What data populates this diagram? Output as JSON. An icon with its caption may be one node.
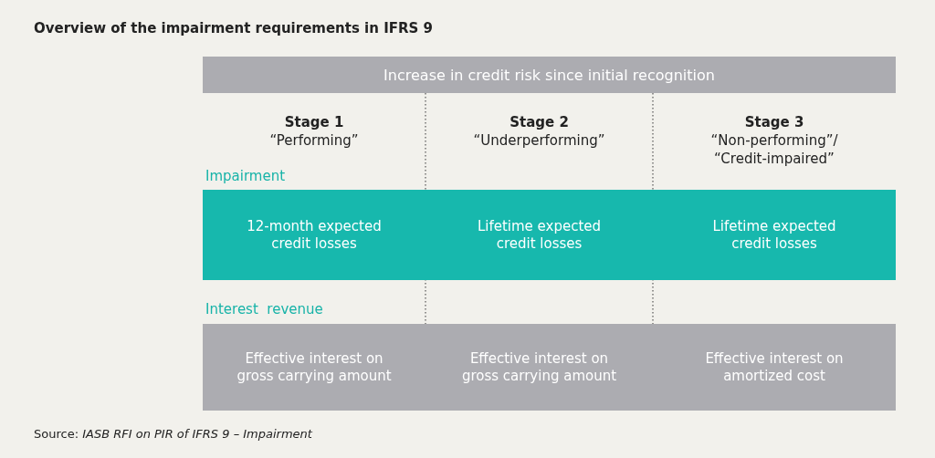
{
  "diagram": {
    "title": "Overview of the impairment requirements in IFRS 9",
    "caption": "Source: *IASB RFI on PIR of IFRS 9 – Impairment*",
    "nodes": [
      {
        "text": [
          "Increase in credit risk since initial recognition"
        ]
      },
      {
        "text": [
          "12-month expected credit losses"
        ]
      },
      {
        "text": [
          "Lifetime expected credit losses"
        ]
      },
      {
        "text": [
          "Lifetime expected credit losses"
        ]
      },
      {
        "text": [
          "Effective interest on gross carrying amount"
        ]
      },
      {
        "text": [
          "Effective interest on gross carrying amount"
        ]
      },
      {
        "text": [
          "Effective interest on amortized cost"
        ]
      }
    ],
    "edges": [],
    "labels": [
      "Stage 1",
      "“Performing”",
      "Stage 2",
      "“Underperforming”",
      "Stage 3",
      "“Non-performing”/ “Credit-impaired”",
      "Impairment",
      "Interest  revenue"
    ]
  }
}
